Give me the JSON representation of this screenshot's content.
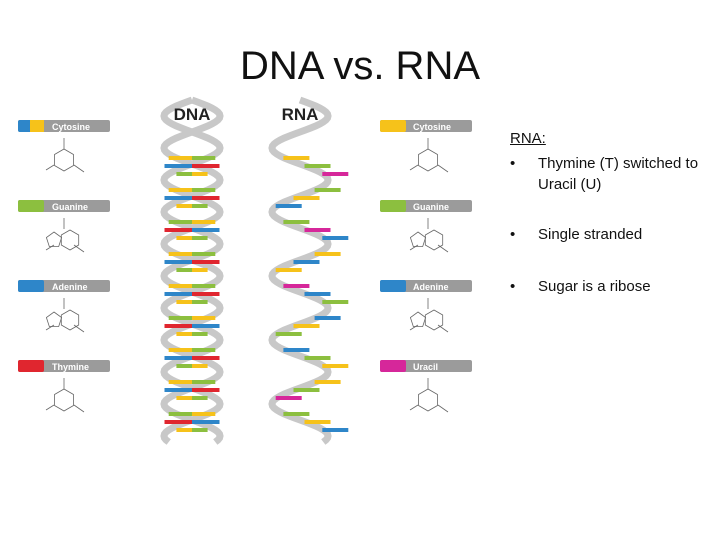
{
  "slide": {
    "title": "DNA vs. RNA"
  },
  "diagram": {
    "dna_label": "DNA",
    "rna_label": "RNA",
    "dna_bases": [
      {
        "name": "Cytosine",
        "color": "#2e86c9",
        "accent": "#f6c21a"
      },
      {
        "name": "Guanine",
        "color": "#8cbf3f",
        "accent": "#2e86c9"
      },
      {
        "name": "Adenine",
        "color": "#2e86c9",
        "accent": "#2e86c9"
      },
      {
        "name": "Thymine",
        "color": "#e0262f",
        "accent": "#e0262f"
      }
    ],
    "rna_bases": [
      {
        "name": "Cytosine",
        "color": "#f6c21a",
        "accent": "#f6c21a"
      },
      {
        "name": "Guanine",
        "color": "#8cbf3f",
        "accent": "#8cbf3f"
      },
      {
        "name": "Adenine",
        "color": "#2e86c9",
        "accent": "#2e86c9"
      },
      {
        "name": "Uracil",
        "color": "#d6279a",
        "accent": "#d6279a"
      }
    ],
    "colors": {
      "backbone": "#c8c8c8",
      "label_bar": "#9b9b9b",
      "yellow": "#f6c21a",
      "green": "#8cbf3f",
      "blue": "#2e86c9",
      "red": "#e0262f",
      "magenta": "#d6279a"
    }
  },
  "notes": {
    "heading": "RNA:",
    "bullet": "•",
    "items": [
      "Thymine (T) switched to Uracil (U)",
      "Single stranded",
      "Sugar is a ribose"
    ]
  }
}
